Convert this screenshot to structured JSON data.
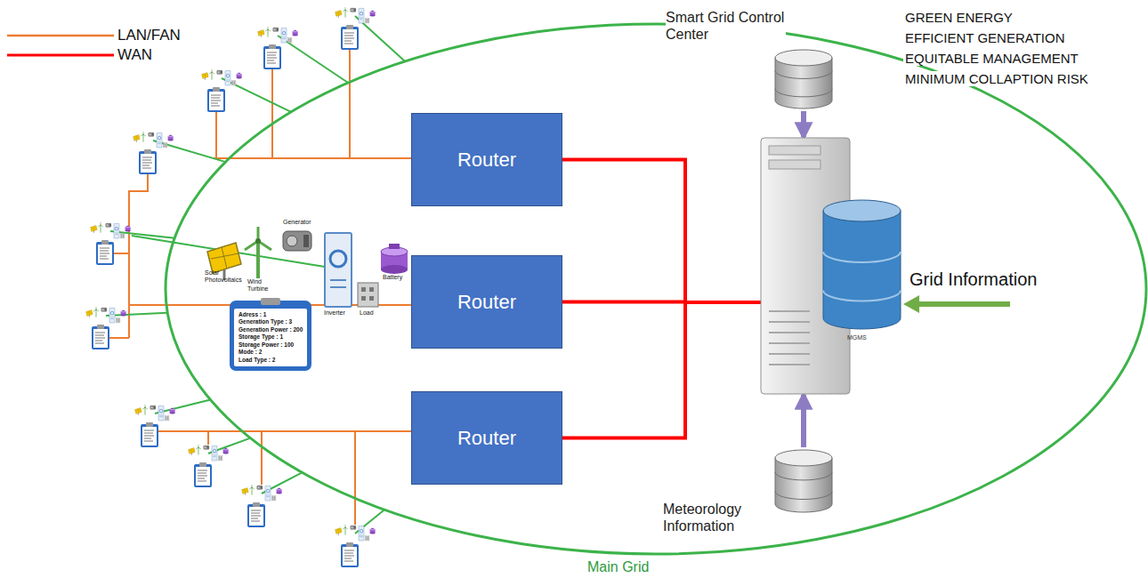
{
  "diagram": {
    "nodes": [
      {
        "text": [
          "Main Grid"
        ]
      },
      {
        "text": [
          "Router"
        ],
        "in": 0
      },
      {
        "text": [
          "Router"
        ],
        "in": 0
      },
      {
        "text": [
          "Router"
        ],
        "in": 0
      },
      {
        "text": [
          "Smart Grid Control Center"
        ],
        "in": 0
      },
      {
        "text": [
          "MGMS"
        ],
        "in": 0
      },
      {
        "text": [
          "Meteorology Information"
        ],
        "in": 0
      },
      {
        "text": [
          "Adress : 1",
          "Generation Type : 3",
          "Generation Power : 200",
          "Storage Type : 1",
          "Storage Power : 100",
          "Mode : 2",
          "Load Type : 2"
        ],
        "in": 0
      }
    ],
    "edges": [
      {
        "from": 1,
        "to": 5,
        "arrow": "none"
      },
      {
        "from": 2,
        "to": 5,
        "arrow": "none"
      },
      {
        "from": 3,
        "to": 5,
        "arrow": "none"
      },
      {
        "from": 4,
        "to": 5,
        "arrow": "to"
      },
      {
        "from": 6,
        "to": 5,
        "arrow": "to"
      }
    ],
    "labels": [
      "GREEN ENERGY",
      "EFFICIENT GENERATION",
      "EQUITABLE MANAGEMENT",
      "MINIMUM COLLAPTION RISK",
      "Grid Information",
      "Solar Photovoltaics",
      "Wind Turbine",
      "Generator",
      "Inverter",
      "Battery",
      "Load"
    ],
    "legend": [
      {
        "text": "LAN/FAN"
      },
      {
        "text": "WAN"
      }
    ]
  }
}
